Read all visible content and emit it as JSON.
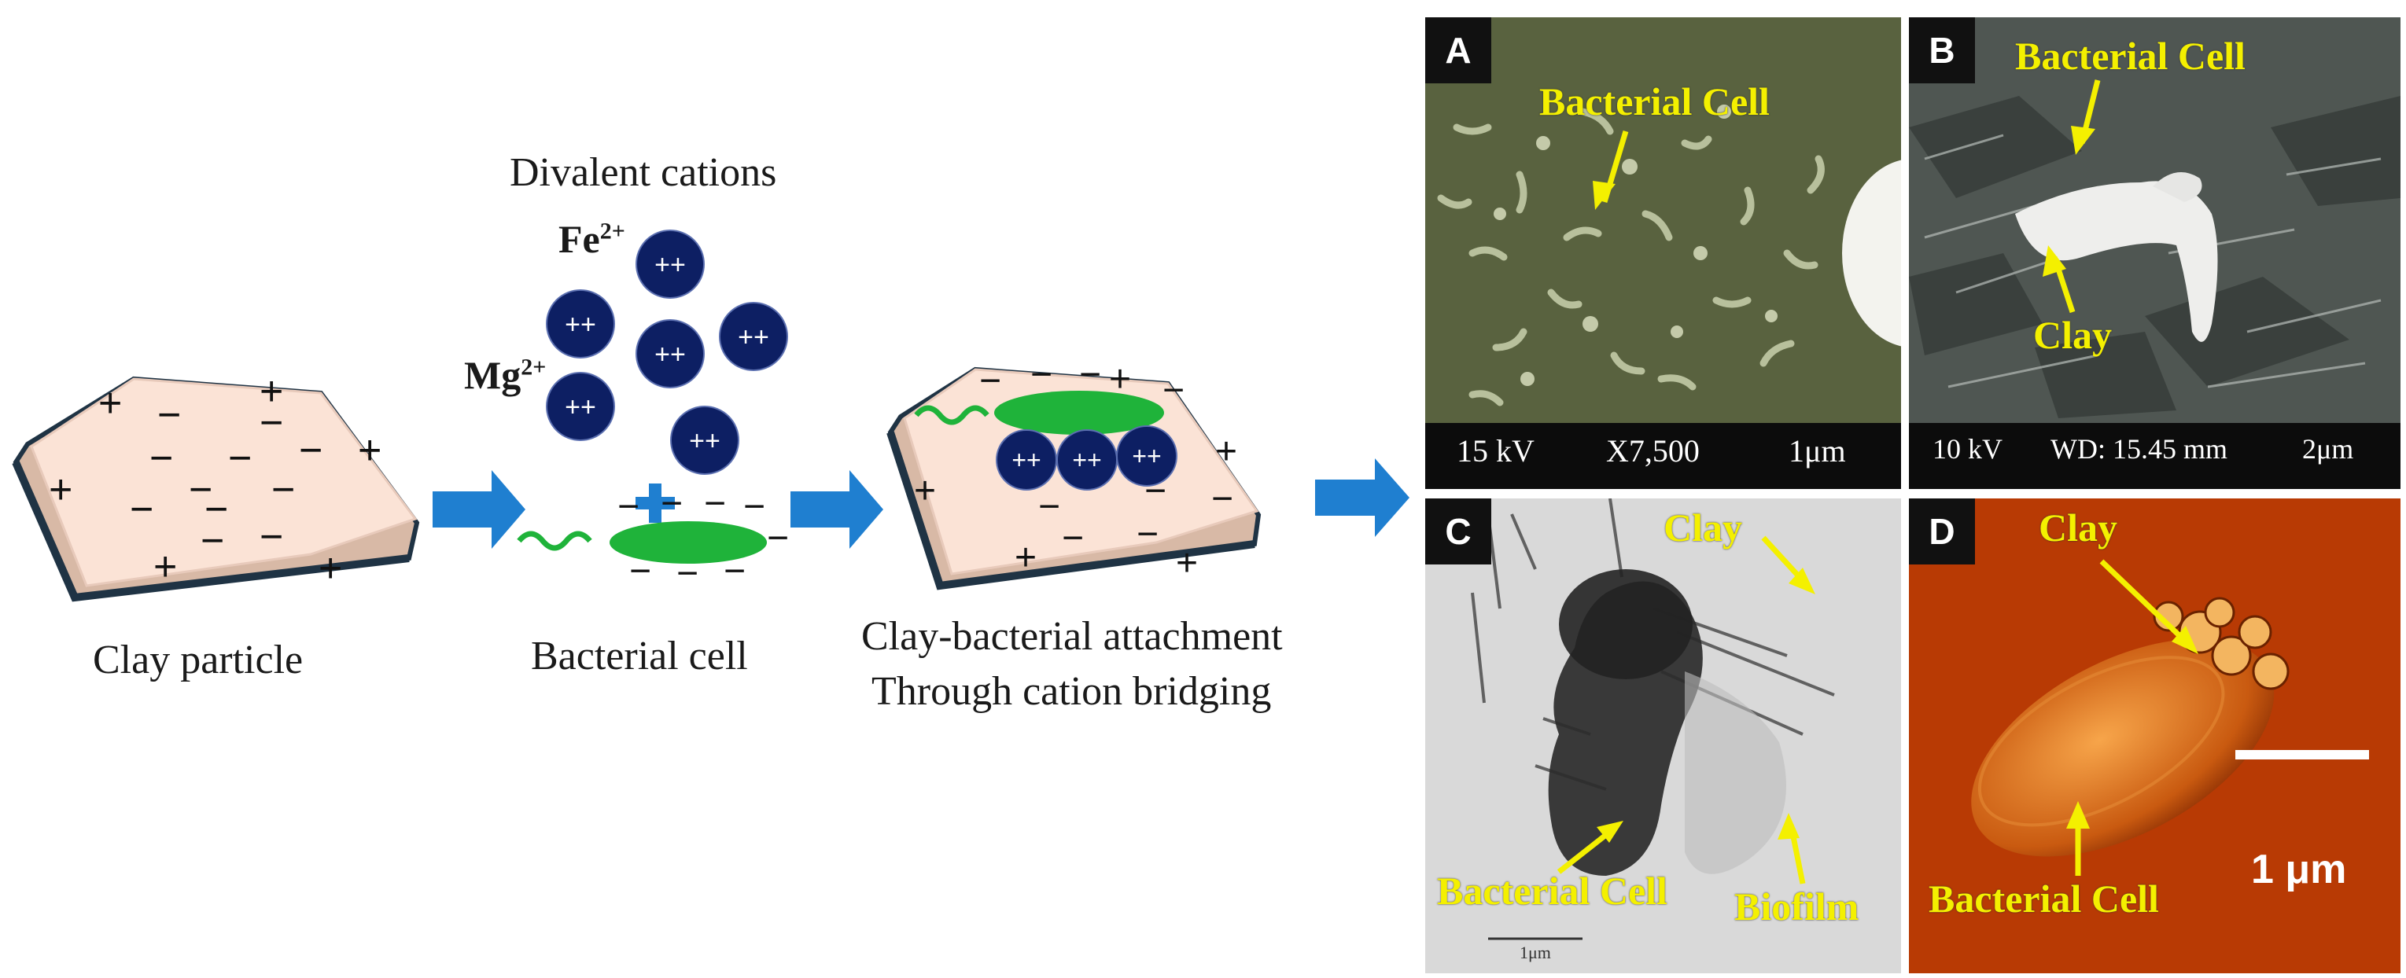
{
  "schematic": {
    "clay_particle_label": "Clay particle",
    "cations_title": "Divalent cations",
    "fe_label": "Fe",
    "fe_charge": "2+",
    "mg_label": "Mg",
    "mg_charge": "2+",
    "cation_symbol": "++",
    "bacterial_cell_label": "Bacterial cell",
    "attachment_label_line1": "Clay-bacterial attachment",
    "attachment_label_line2": "Through cation bridging",
    "colors": {
      "clay": "#fbe3d6",
      "clay_edge": "#1f3344",
      "cation": "#0d1f63",
      "bacteria": "#1fb33a",
      "arrow": "#1f7fd0"
    }
  },
  "panels": {
    "A": {
      "tag": "A",
      "cell_label": "Bacterial Cell",
      "kv": "15 kV",
      "mag": "X7,500",
      "scale": "1μm"
    },
    "B": {
      "tag": "B",
      "cell_label": "Bacterial Cell",
      "clay_label": "Clay",
      "kv": "10 kV",
      "wd": "WD: 15.45 mm",
      "scale": "2μm"
    },
    "C": {
      "tag": "C",
      "clay_label": "Clay",
      "cell_label": "Bacterial Cell",
      "biofilm_label": "Biofilm",
      "scale": "1μm"
    },
    "D": {
      "tag": "D",
      "clay_label": "Clay",
      "cell_label": "Bacterial Cell",
      "scale": "1 μm"
    }
  }
}
